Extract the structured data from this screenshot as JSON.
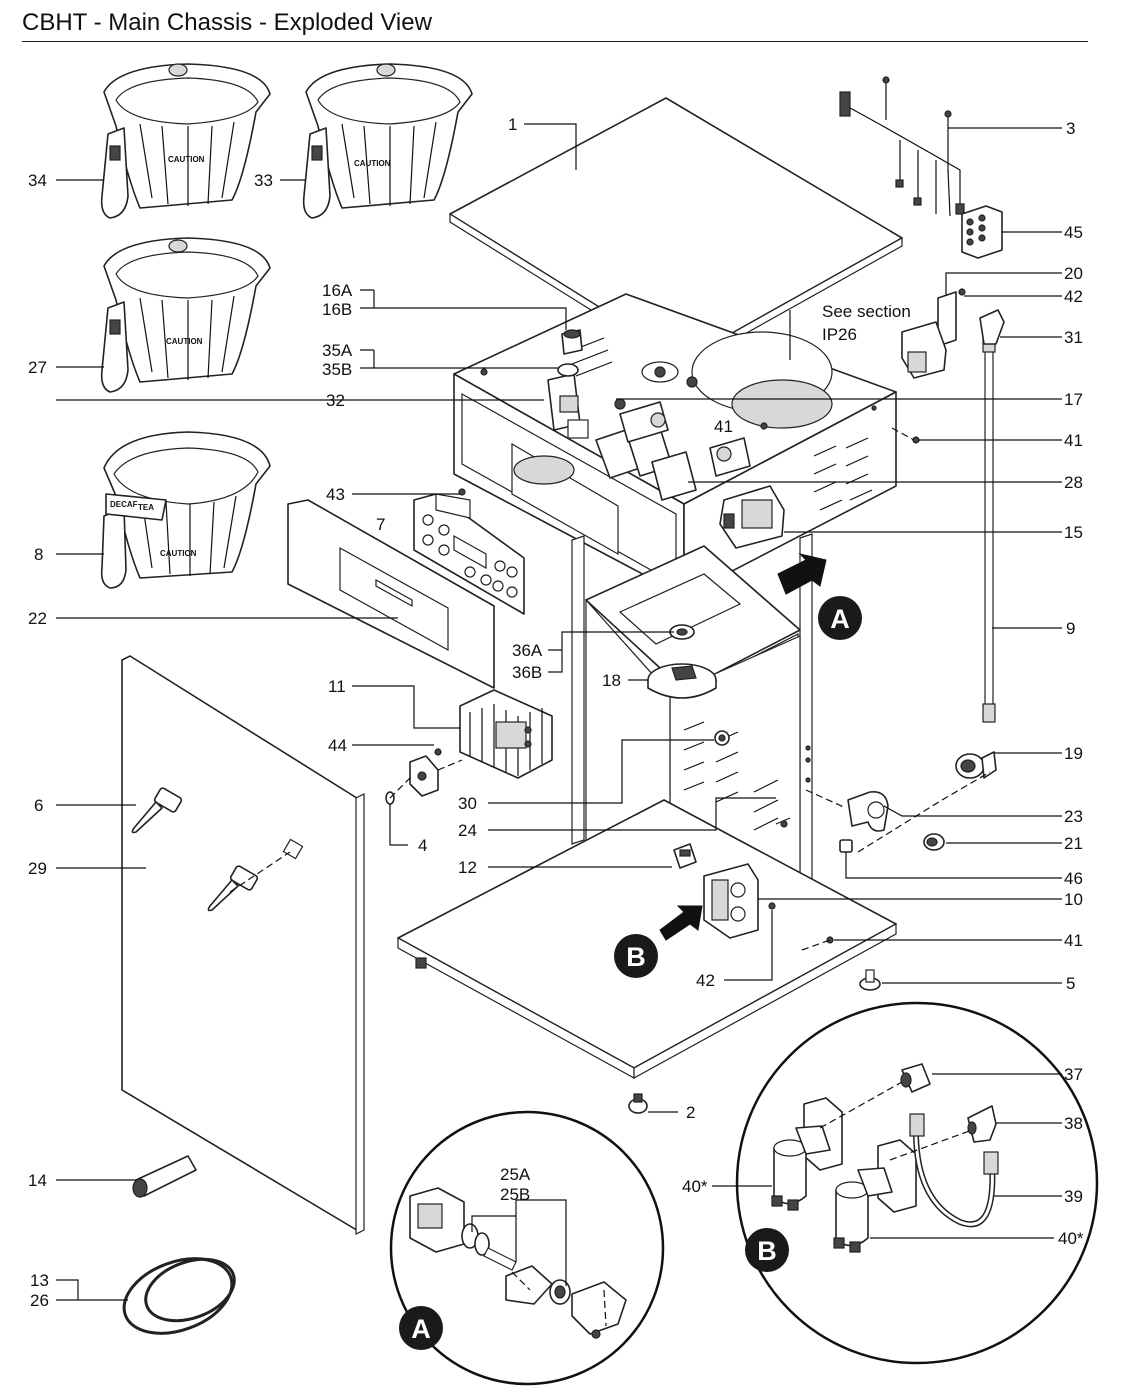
{
  "title": "CBHT - Main Chassis - Exploded View",
  "labels": {
    "p1": "1",
    "p2": "2",
    "p3": "3",
    "p4": "4",
    "p5": "5",
    "p6": "6",
    "p7": "7",
    "p8": "8",
    "p9": "9",
    "p10": "10",
    "p11": "11",
    "p12": "12",
    "p13": "13",
    "p14": "14",
    "p15": "15",
    "p16a": "16A",
    "p16b": "16B",
    "p17": "17",
    "p18": "18",
    "p19": "19",
    "p20": "20",
    "p21": "21",
    "p22": "22",
    "p23": "23",
    "p24": "24",
    "p25a": "25A",
    "p25b": "25B",
    "p26": "26",
    "p27": "27",
    "p28": "28",
    "p29": "29",
    "p30": "30",
    "p31": "31",
    "p32": "32",
    "p33": "33",
    "p34": "34",
    "p35a": "35A",
    "p35b": "35B",
    "p36a": "36A",
    "p36b": "36B",
    "p37": "37",
    "p38": "38",
    "p39": "39",
    "p40_left": "40*",
    "p40_right": "40*",
    "p41_top": "41",
    "p41_right": "41",
    "p41_bottom": "41",
    "p42_top": "42",
    "p42_bottom": "42",
    "p43": "43",
    "p44": "44",
    "p45": "45",
    "p46": "46"
  },
  "section_note": {
    "line1": "See section",
    "line2": "IP26"
  },
  "callouts": {
    "a": "A",
    "b": "B"
  },
  "basket_text": {
    "caution": "CAUTION",
    "decaf": "DECAF",
    "tea": "TEA"
  },
  "colors": {
    "ink": "#111111",
    "badge": "#1a1a1a",
    "paper": "#ffffff"
  }
}
